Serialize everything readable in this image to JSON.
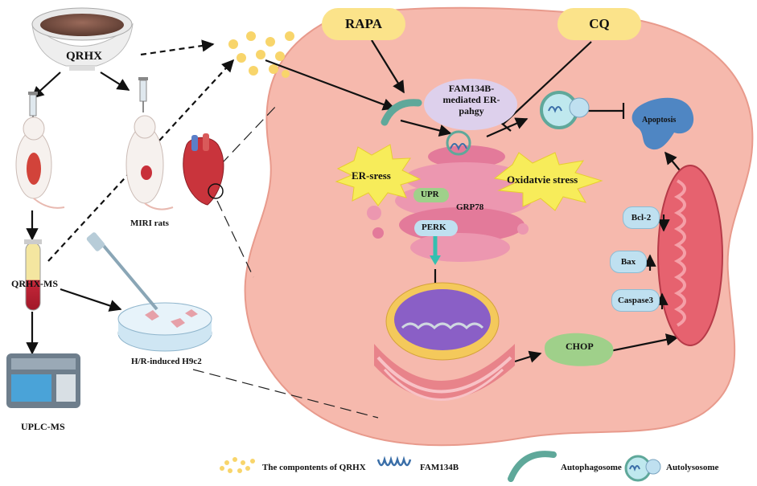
{
  "labels": {
    "qrhx": "QRHX",
    "miri_rats": "MIRI rats",
    "qrhx_ms": "QRHX-MS",
    "uplc_ms": "UPLC-MS",
    "h9c2": "H/R-induced H9c2",
    "rapa": "RAPA",
    "cq": "CQ",
    "fam134b_erphagy": "FAM134B-\nmediated ER-\npahgy",
    "apoptosis": "Apoptosis",
    "er_stress": "ER-sress",
    "oxidative_stress": "Oxidatvie stress",
    "upr": "UPR",
    "grp78": "GRP78",
    "perk": "PERK",
    "bcl2": "Bcl-2",
    "bax": "Bax",
    "caspase3": "Caspase3",
    "chop": "CHOP"
  },
  "legend": {
    "components": "The compontents of QRHX",
    "fam134b": "FAM134B",
    "autophagosome": "Autophagosome",
    "autolysosome": "Autolysosome"
  },
  "colors": {
    "cell": "#f6b9ad",
    "cell_border": "#e89a8c",
    "yellow": "#fbe38a",
    "dots": "#f8d56b",
    "green_arc": "#5fa89a",
    "lavender": "#ddd0ec",
    "blue": "#bfe0f0",
    "chop_green": "#9fd08a",
    "burst": "#f7ec5a"
  }
}
